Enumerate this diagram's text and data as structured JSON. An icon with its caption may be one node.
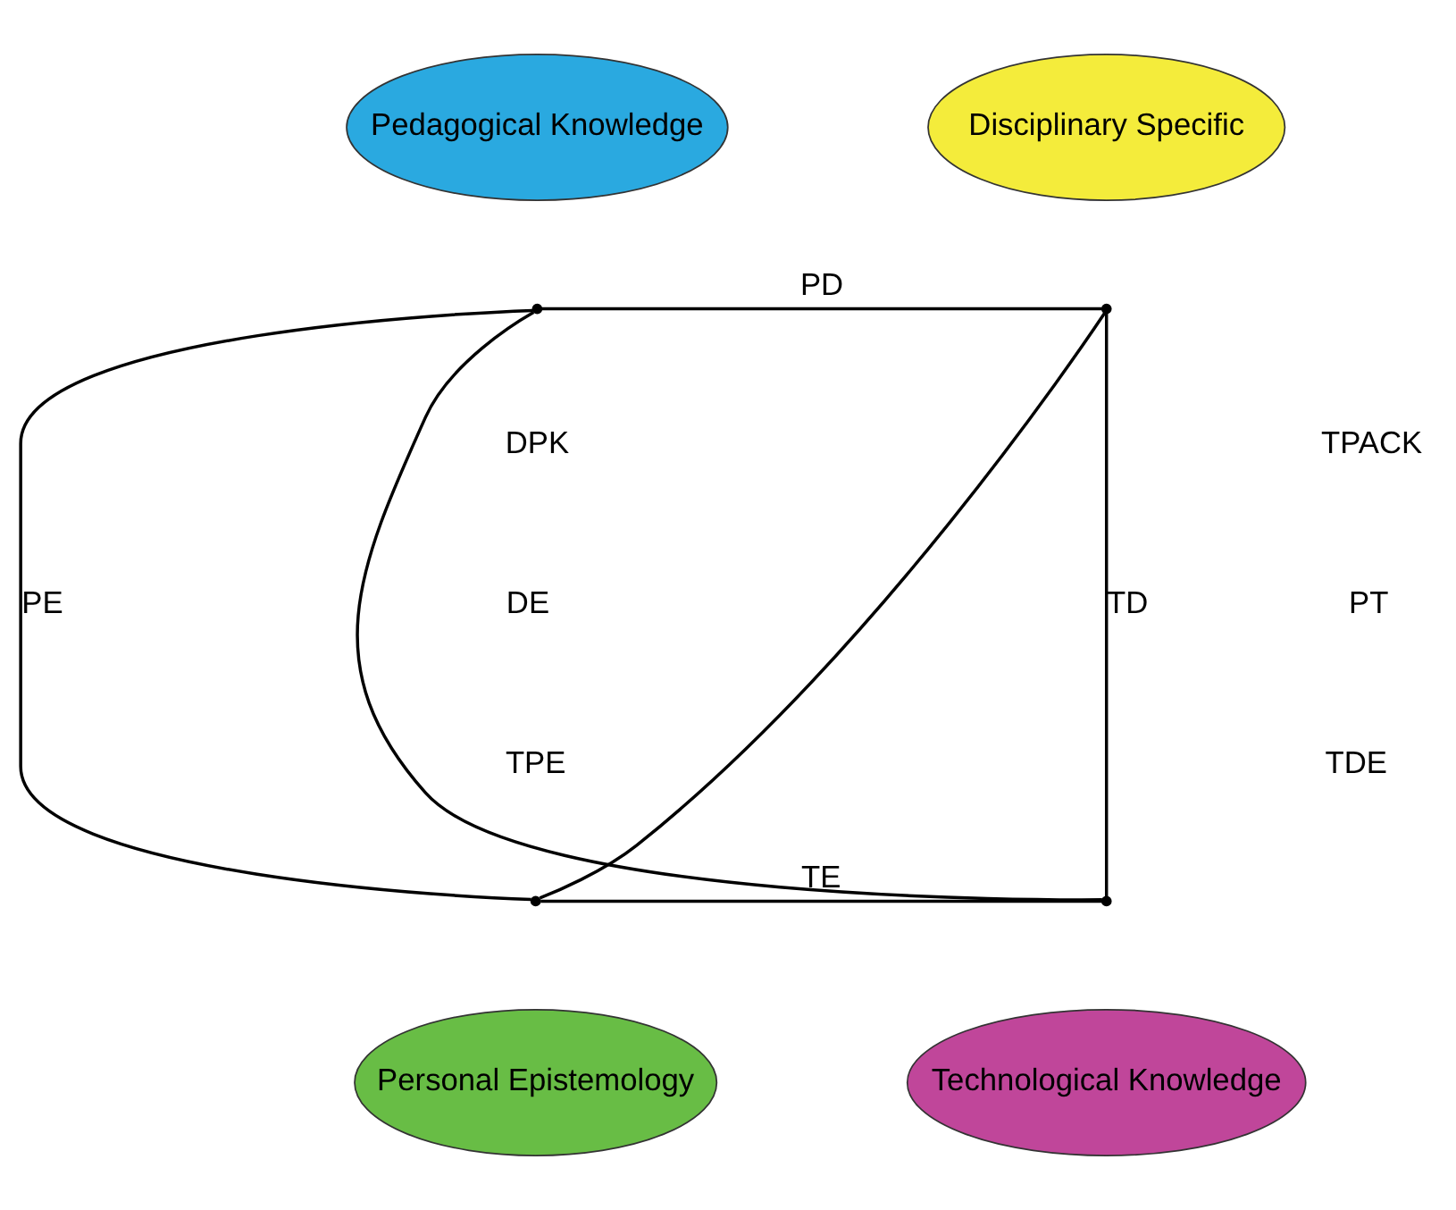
{
  "diagram": {
    "nodes": [
      {
        "text": [
          "Pedagogical Knowledge"
        ]
      },
      {
        "text": [
          "Disciplinary Specific"
        ]
      },
      {
        "text": [],
        "shape": "point"
      },
      {
        "text": [],
        "shape": "point"
      },
      {
        "text": [
          "Personal Epistemology"
        ]
      },
      {
        "text": [],
        "shape": "point"
      },
      {
        "text": [],
        "shape": "point"
      },
      {
        "text": [
          "Technological Knowledge"
        ]
      }
    ],
    "edges": [
      {
        "from": 2,
        "to": 3,
        "arrow": "none",
        "label": "PD"
      },
      {
        "from": 2,
        "to": 5,
        "arrow": "none",
        "label": "PE"
      },
      {
        "from": 3,
        "to": 6,
        "arrow": "none",
        "label": "TD"
      },
      {
        "from": 5,
        "to": 6,
        "arrow": "none",
        "label": "TE"
      },
      {
        "from": 2,
        "to": 6,
        "arrow": "none"
      },
      {
        "from": 3,
        "to": 5,
        "arrow": "none"
      }
    ],
    "labels": [
      "DPK",
      "TPACK",
      "DE",
      "PT",
      "TPE",
      "TDE"
    ]
  }
}
